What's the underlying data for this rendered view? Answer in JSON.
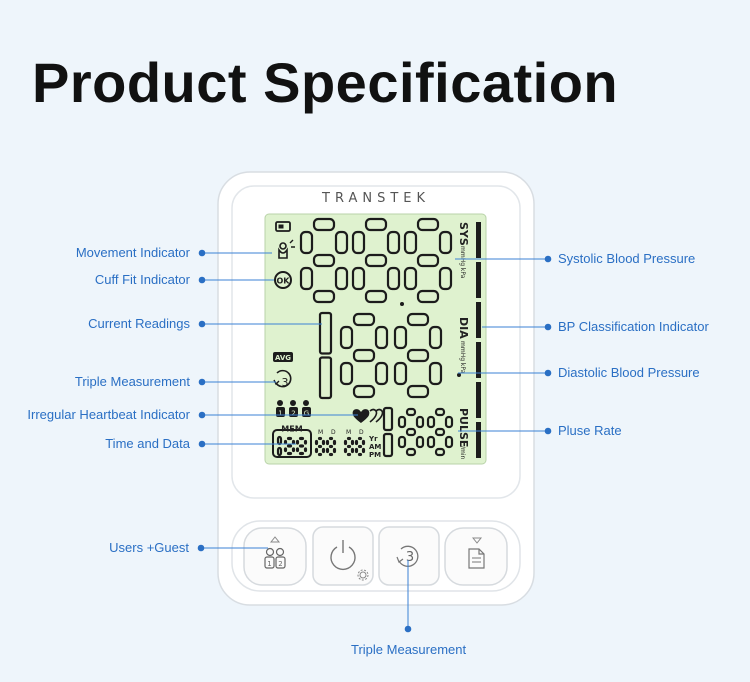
{
  "title": "Product Specification",
  "brand": "TRANSTEK",
  "colors": {
    "background": "#eef5fb",
    "label": "#2a6fc4",
    "lcd": "#dff2cf",
    "segment": "#1c1c1c",
    "device": "#ffffff"
  },
  "labels": {
    "movement_indicator": "Movement Indicator",
    "cuff_fit_indicator": "Cuff Fit Indicator",
    "current_readings": "Current Readings",
    "triple_measurement_left": "Triple Measurement",
    "irregular_heartbeat": "Irregular Heartbeat Indicator",
    "time_and_data": "Time and Data",
    "users_guest": "Users +Guest",
    "systolic": "Systolic Blood Pressure",
    "bp_classification": "BP Classification Indicator",
    "diastolic": "Diastolic Blood Pressure",
    "pulse_rate": "Pluse Rate",
    "triple_measurement_bottom": "Triple Measurement"
  },
  "lcd": {
    "sys": "SYS",
    "dia": "DIA",
    "pulse": "PULSE",
    "unit": "mmHg kPa",
    "per_min": "/min",
    "mem": "MEM",
    "avg": "AVG",
    "ok": "OK",
    "m": "M",
    "d": "D",
    "yr": "Yr",
    "am": "AM",
    "pm": "PM",
    "users": [
      "1",
      "2",
      "G"
    ],
    "triple": "3"
  },
  "buttons": [
    {
      "id": "user",
      "icon": "users-icon"
    },
    {
      "id": "power",
      "icon": "power-icon"
    },
    {
      "id": "triple",
      "icon": "triple-measure-icon"
    },
    {
      "id": "memory",
      "icon": "memory-icon"
    }
  ]
}
